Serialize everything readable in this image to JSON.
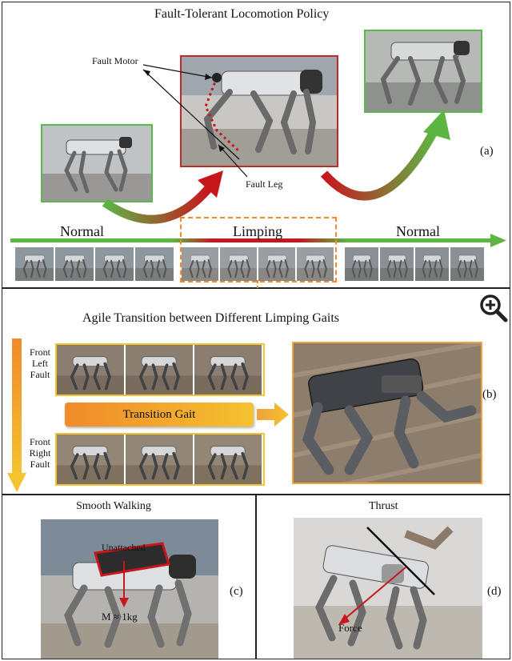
{
  "panel_a": {
    "title": "Fault-Tolerant Locomotion Policy",
    "fault_motor_label": "Fault Motor",
    "fault_leg_label": "Fault Leg",
    "tag": "(a)",
    "timeline": {
      "segment_1": "Normal",
      "segment_2": "Limping",
      "segment_3": "Normal"
    }
  },
  "panel_b": {
    "title": "Agile Transition between Different Limping Gaits",
    "front_left_fault": [
      "Front",
      "Left",
      "Fault"
    ],
    "front_right_fault": [
      "Front",
      "Right",
      "Fault"
    ],
    "transition_label": "Transition Gait",
    "tag": "(b)",
    "zoom_icon": "zoom-in-icon"
  },
  "panel_c": {
    "title": "Smooth Walking",
    "payload_label": "Unattached",
    "mass_label": "M ≈ 1kg",
    "tag": "(c)"
  },
  "panel_d": {
    "title": "Thrust",
    "force_label": "Force",
    "tag": "(d)"
  },
  "colors": {
    "green": "#5db544",
    "red": "#c8161d",
    "orange": "#f08a2a",
    "yellow": "#f5c230",
    "photo_border_green": "#59b84a",
    "photo_border_red": "#c0282a",
    "photo_border_orange": "#f1a43a"
  }
}
